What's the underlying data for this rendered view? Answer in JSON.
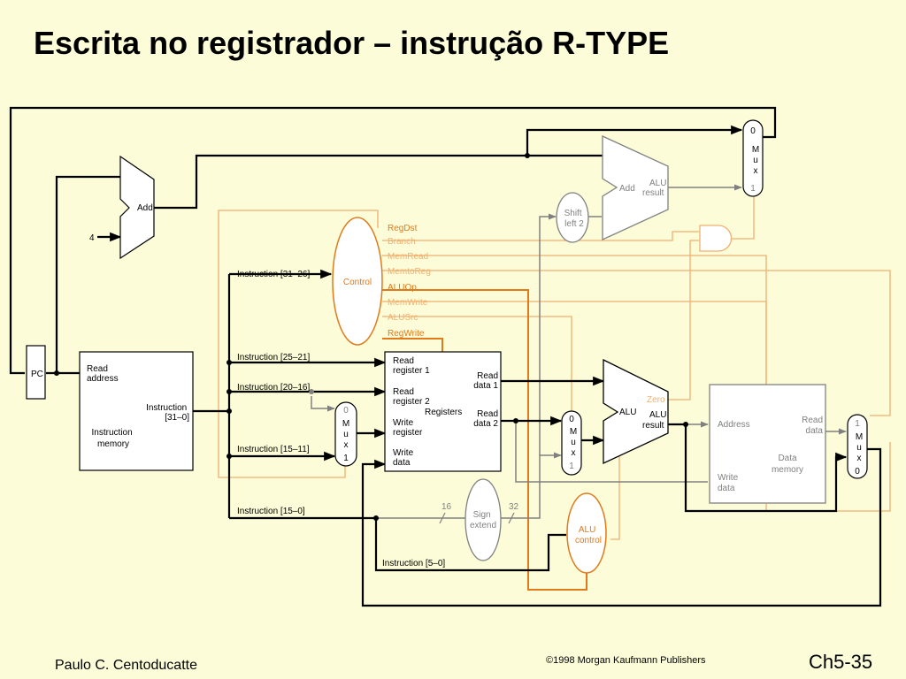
{
  "slide": {
    "title": "Escrita no registrador – instrução R-TYPE",
    "author": "Paulo C. Centoducatte",
    "copyright": "©1998 Morgan Kaufmann Publishers",
    "slide_number": "Ch5-35"
  },
  "colors": {
    "background": "#fcfcd8",
    "active_path": "#000000",
    "control_path": "#e07a1a",
    "control_faded": "#f0b070",
    "inactive_path": "#808080",
    "inactive_text": "#808080"
  },
  "diagram": {
    "pc": "PC",
    "four": "4",
    "adder_pc": "Add",
    "adder_branch": {
      "add": "Add",
      "alu": "ALU",
      "result": "result"
    },
    "shift_left": [
      "Shift",
      "left 2"
    ],
    "control": "Control",
    "control_signals": {
      "regdst": "RegDst",
      "branch": "Branch",
      "memread": "MemRead",
      "memtoreg": "MemtoReg",
      "aluop": "ALUOp",
      "memwrite": "MemWrite",
      "alusrc": "ALUSrc",
      "regwrite": "RegWrite"
    },
    "instr_fields": {
      "f31_26": "Instruction [31–26]",
      "f25_21": "Instruction [25–21]",
      "f20_16": "Instruction [20–16]",
      "f15_11": "Instruction [15–11]",
      "f15_0": "Instruction [15–0]",
      "f5_0": "Instruction [5–0]"
    },
    "instruction_memory": {
      "read_address": [
        "Read",
        "address"
      ],
      "instruction": [
        "Instruction",
        "[31–0]"
      ],
      "name": [
        "Instruction",
        "memory"
      ]
    },
    "registers": {
      "read_reg1": [
        "Read",
        "register 1"
      ],
      "read_reg2": [
        "Read",
        "register 2"
      ],
      "write_reg": [
        "Write",
        "register"
      ],
      "write_data": [
        "Write",
        "data"
      ],
      "read_data1": [
        "Read",
        "data 1"
      ],
      "read_data2": [
        "Read",
        "data 2"
      ],
      "name": "Registers"
    },
    "alu": {
      "name": "ALU",
      "zero": "Zero",
      "result": [
        "ALU",
        "result"
      ]
    },
    "sign_extend": {
      "name": [
        "Sign",
        "extend"
      ],
      "in_bits": "16",
      "out_bits": "32"
    },
    "alu_control": [
      "ALU",
      "control"
    ],
    "data_memory": {
      "address": "Address",
      "read_data": [
        "Read",
        "data"
      ],
      "write_data": [
        "Write",
        "data"
      ],
      "name": [
        "Data",
        "memory"
      ]
    },
    "mux": {
      "letters": [
        "M",
        "u",
        "x"
      ],
      "top_pc": [
        "0",
        "1"
      ],
      "regdst": [
        "0",
        "1"
      ],
      "alusrc": [
        "0",
        "1"
      ],
      "memtoreg": [
        "1",
        "0"
      ]
    }
  }
}
